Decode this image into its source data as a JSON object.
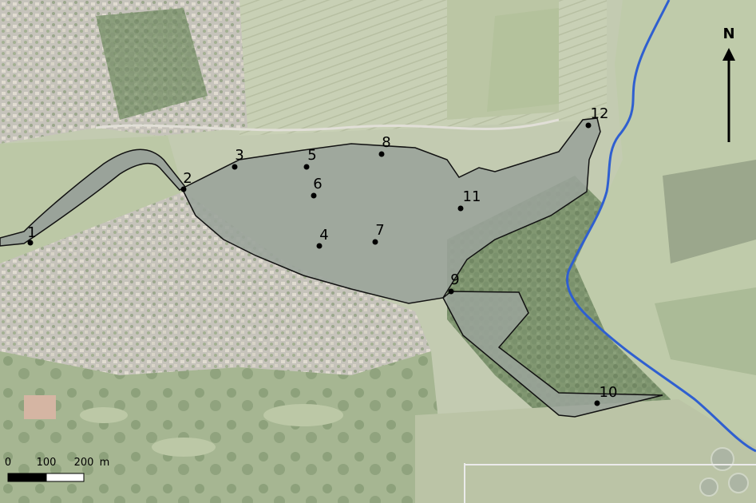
{
  "north_label": "N",
  "scale_bar": {
    "ticks": [
      "0",
      "100",
      "200"
    ],
    "unit": "m"
  },
  "points": [
    {
      "id": "1",
      "label": "1"
    },
    {
      "id": "2",
      "label": "2"
    },
    {
      "id": "3",
      "label": "3"
    },
    {
      "id": "4",
      "label": "4"
    },
    {
      "id": "5",
      "label": "5"
    },
    {
      "id": "6",
      "label": "6"
    },
    {
      "id": "7",
      "label": "7"
    },
    {
      "id": "8",
      "label": "8"
    },
    {
      "id": "9",
      "label": "9"
    },
    {
      "id": "10",
      "label": "10"
    },
    {
      "id": "11",
      "label": "11"
    },
    {
      "id": "12",
      "label": "12"
    }
  ],
  "colors": {
    "lake_fill": "#9aa39a",
    "river": "#2f5fd0",
    "outline": "#111111",
    "vegetation": "#4f6b3f",
    "fields": "#a7b28e",
    "town": "#b8b4ab"
  }
}
